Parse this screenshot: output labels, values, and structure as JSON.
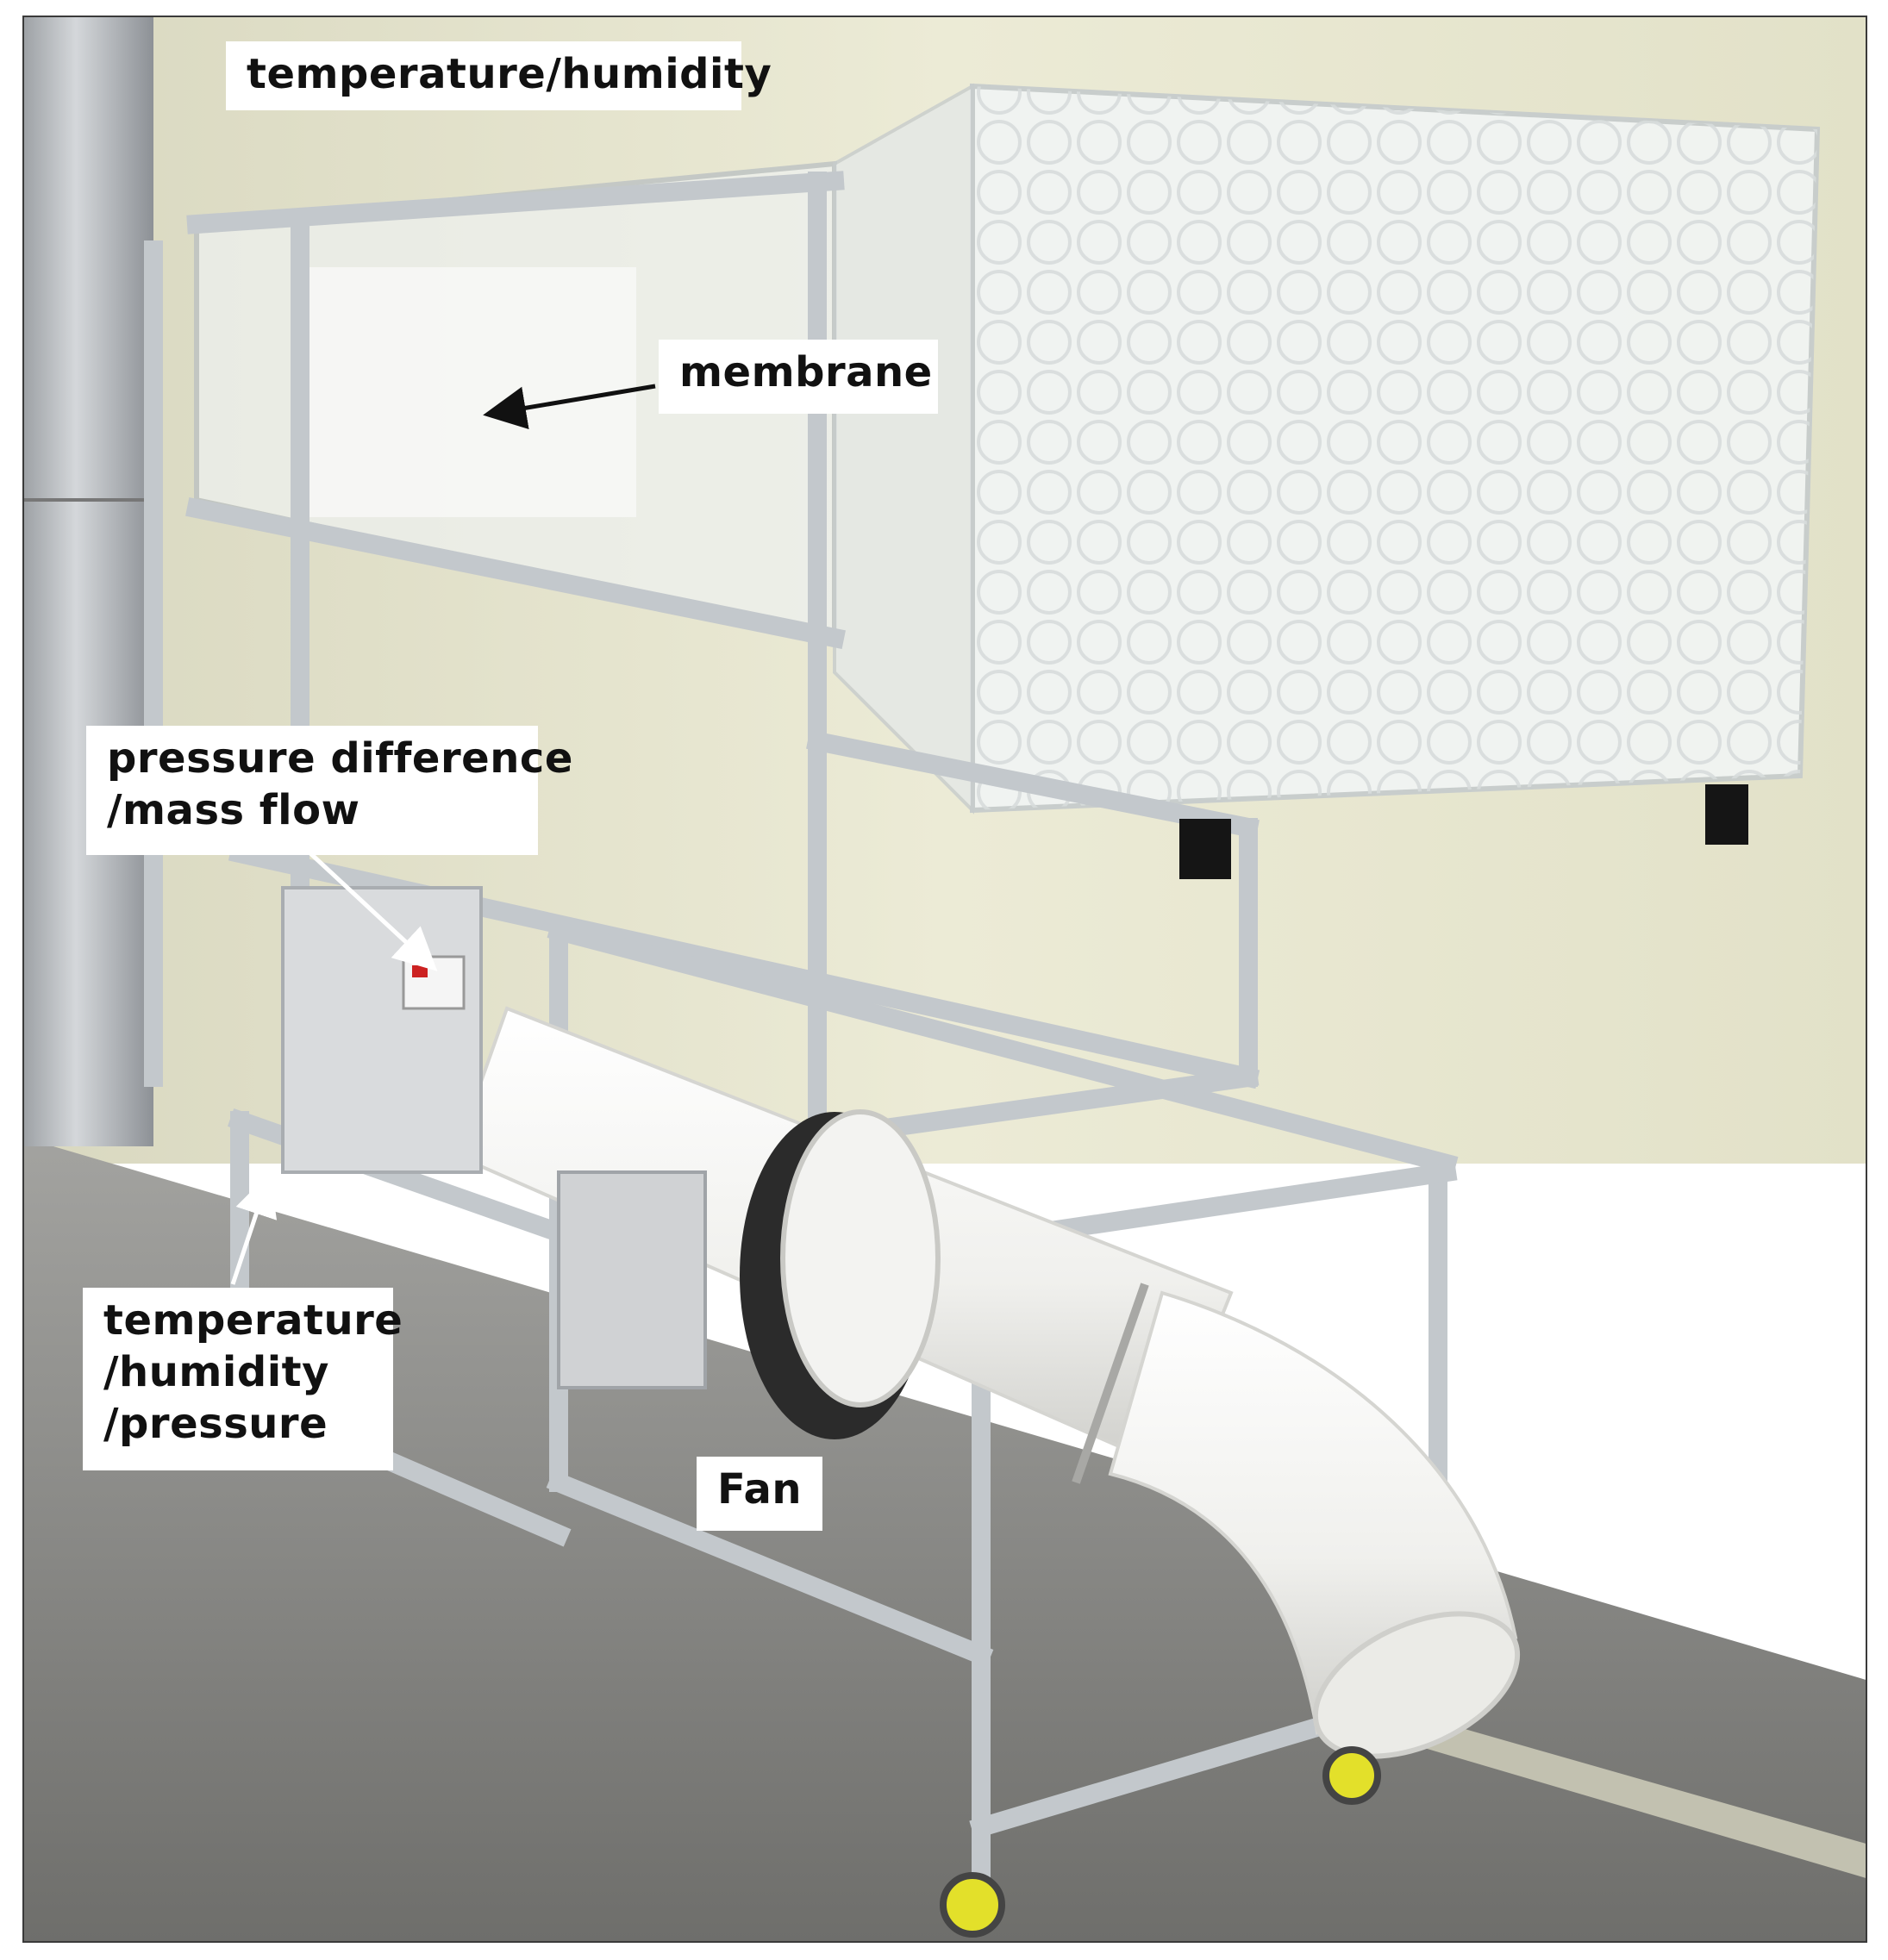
{
  "labels": {
    "temp_humidity_top": "temperature/humidity",
    "membrane": "membrane",
    "pressure_mass_flow": "pressure difference\n/mass flow",
    "temp_humidity_pressure": "temperature\n/humidity\n/pressure",
    "fan": "Fan"
  },
  "colors": {
    "wall": "#e7e6cf",
    "floor": "#8f8f8b",
    "aluminum": "#c9cdd1",
    "acrylic": "#eef2f2",
    "pipe": "#f6f6f4",
    "caster": "#e3e02a"
  }
}
